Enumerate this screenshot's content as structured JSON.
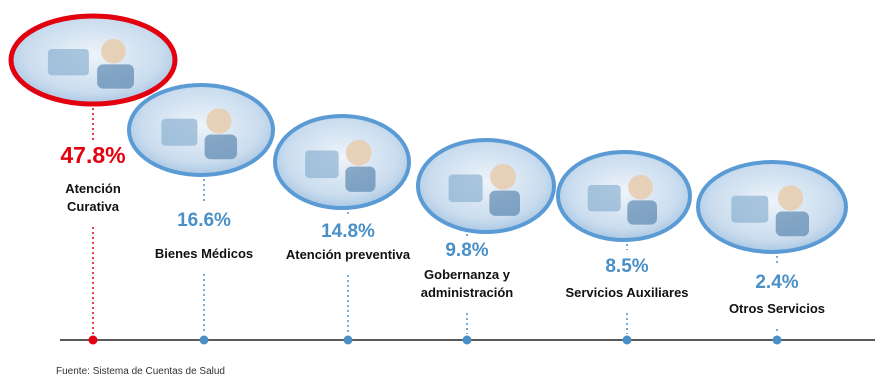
{
  "chart_data": {
    "type": "timeline",
    "categories": [
      "Atención Curativa",
      "Bienes Médicos",
      "Atención preventiva",
      "Gobernanza y administración",
      "Servicios Auxiliares",
      "Otros Servicios"
    ],
    "label_lines": [
      [
        "Atención",
        "Curativa"
      ],
      [
        "Bienes Médicos"
      ],
      [
        "Atención preventiva"
      ],
      [
        "Gobernanza y",
        "administración"
      ],
      [
        "Servicios Auxiliares"
      ],
      [
        "Otros Servicios"
      ]
    ],
    "values": [
      47.8,
      16.6,
      14.8,
      9.8,
      8.5,
      2.4
    ],
    "value_labels": [
      "47.8%",
      "16.6%",
      "14.8%",
      "9.8%",
      "8.5%",
      "2.4%"
    ],
    "icons": [
      "surgery-photo-icon",
      "pharmacy-photo-icon",
      "doctor-patient-photo-icon",
      "documents-photo-icon",
      "laboratory-photo-icon",
      "rehabilitation-photo-icon"
    ],
    "colors": {
      "highlight": "#e3000f",
      "accent": "#4a90c8",
      "ring": "#5b9bd5",
      "text": "#111111"
    }
  },
  "footer": {
    "source": "Fuente: Sistema de Cuentas de Salud"
  }
}
